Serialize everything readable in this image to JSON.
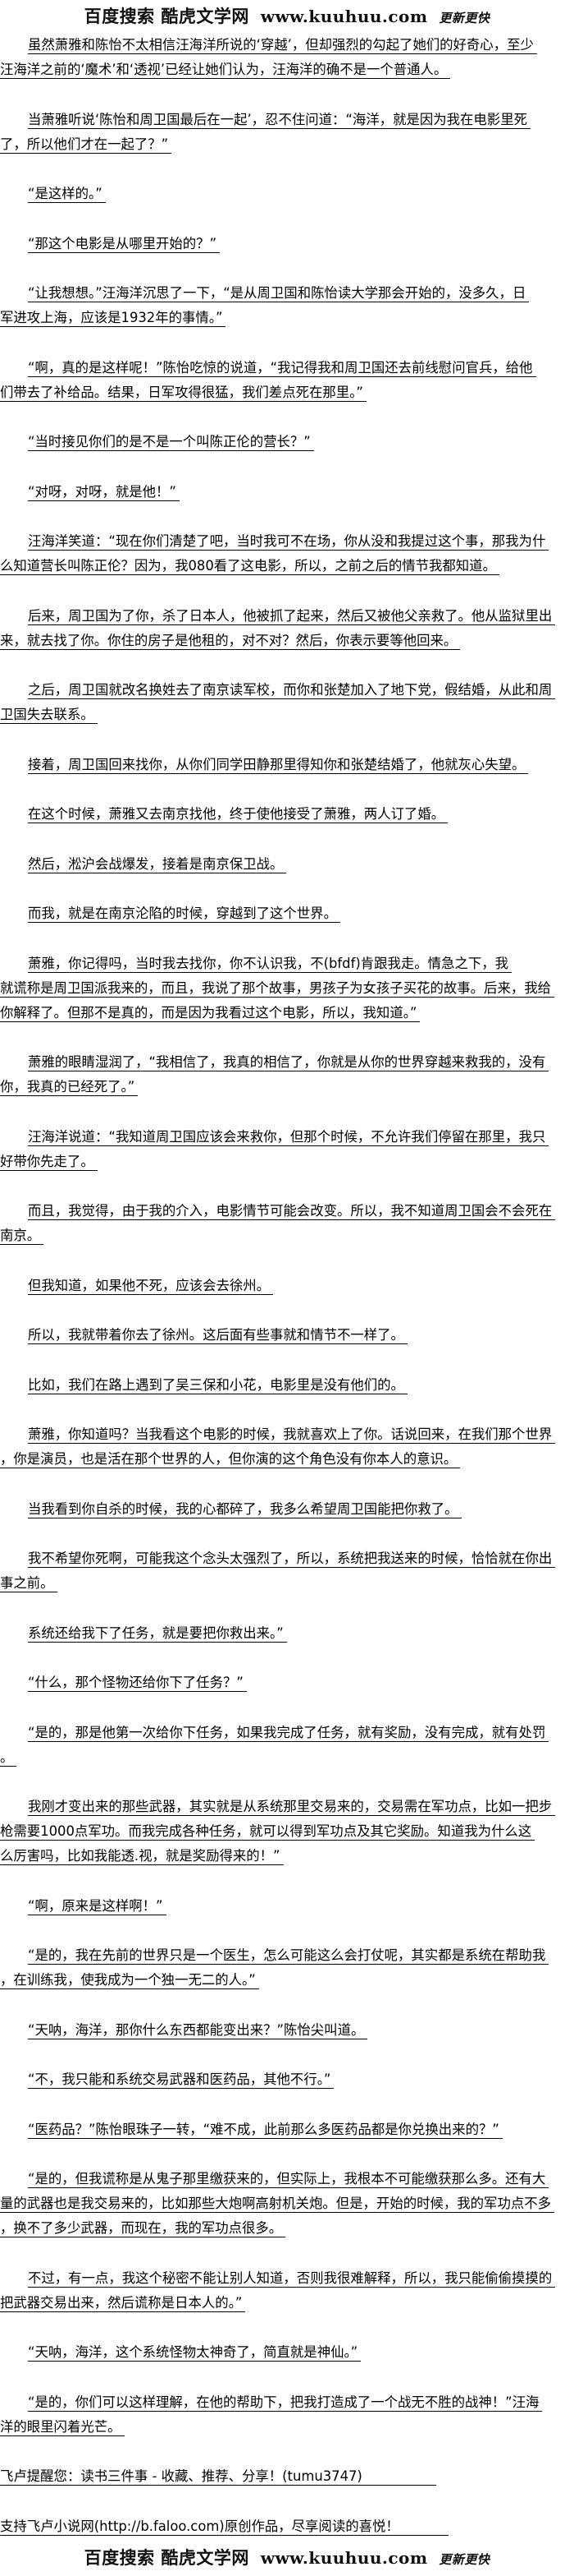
{
  "banner": {
    "site": "百度搜索 酷虎文学网",
    "url": "www.kuuhuu.com",
    "slogan": "更新更快"
  },
  "paragraphs": [
    {
      "indent": true,
      "lines": [
        "虽然萧雅和陈怡不太相信汪海洋所说的‘穿越’，但却强烈的勾起了她们的好奇心，至少",
        "汪海洋之前的‘魔术’和‘透视’已经让她们认为，汪海洋的确不是一个普通人。"
      ]
    },
    {
      "indent": true,
      "lines": [
        "当萧雅听说‘陈怡和周卫国最后在一起’，忍不住问道：“海洋，就是因为我在电影里死",
        "了，所以他们才在一起了？”"
      ]
    },
    {
      "indent": true,
      "lines": [
        "“是这样的。”"
      ]
    },
    {
      "indent": true,
      "lines": [
        "“那这个电影是从哪里开始的？”"
      ]
    },
    {
      "indent": true,
      "lines": [
        "“让我想想。”汪海洋沉思了一下，“是从周卫国和陈怡读大学那会开始的，没多久，日",
        "军进攻上海，应该是1932年的事情。”"
      ]
    },
    {
      "indent": true,
      "lines": [
        "“啊，真的是这样呢！”陈怡吃惊的说道，“我记得我和周卫国还去前线慰问官兵，给他",
        "们带去了补给品。结果，日军攻得很猛，我们差点死在那里。”"
      ]
    },
    {
      "indent": true,
      "lines": [
        "“当时接见你们的是不是一个叫陈正伦的营长？”"
      ]
    },
    {
      "indent": true,
      "lines": [
        "“对呀，对呀，就是他！”"
      ]
    },
    {
      "indent": true,
      "lines": [
        "汪海洋笑道：“现在你们清楚了吧，当时我可不在场，你从没和我提过这个事，那我为什",
        "么知道营长叫陈正伦？因为，我080看了这电影，所以，之前之后的情节我都知道。"
      ]
    },
    {
      "indent": true,
      "lines": [
        "后来，周卫国为了你，杀了日本人，他被抓了起来，然后又被他父亲救了。他从监狱里出",
        "来，就去找了你。你住的房子是他租的，对不对？然后，你表示要等他回来。"
      ]
    },
    {
      "indent": true,
      "lines": [
        "之后，周卫国就改名换姓去了南京读军校，而你和张楚加入了地下党，假结婚，从此和周",
        "卫国失去联系。"
      ]
    },
    {
      "indent": true,
      "lines": [
        "接着，周卫国回来找你，从你们同学田静那里得知你和张楚结婚了，他就灰心失望。"
      ]
    },
    {
      "indent": true,
      "lines": [
        "在这个时候，萧雅又去南京找他，终于使他接受了萧雅，两人订了婚。"
      ]
    },
    {
      "indent": true,
      "lines": [
        "然后，淞沪会战爆发，接着是南京保卫战。"
      ]
    },
    {
      "indent": true,
      "lines": [
        "而我，就是在南京沦陷的时候，穿越到了这个世界。"
      ]
    },
    {
      "indent": true,
      "lines": [
        "萧雅，你记得吗，当时我去找你，你不认识我，不(bfdf)肯跟我走。情急之下，我",
        "就谎称是周卫国派我来的，而且，我说了那个故事，男孩子为女孩子买花的故事。后来，我给",
        "你解释了。但那不是真的，而是因为我看过这个电影，所以，我知道。”"
      ]
    },
    {
      "indent": true,
      "lines": [
        "萧雅的眼睛湿润了，“我相信了，我真的相信了，你就是从你的世界穿越来救我的，没有",
        "你，我真的已经死了。”"
      ]
    },
    {
      "indent": true,
      "lines": [
        "汪海洋说道：“我知道周卫国应该会来救你，但那个时候，不允许我们停留在那里，我只",
        "好带你先走了。"
      ]
    },
    {
      "indent": true,
      "lines": [
        "而且，我觉得，由于我的介入，电影情节可能会改变。所以，我不知道周卫国会不会死在",
        "南京。"
      ]
    },
    {
      "indent": true,
      "lines": [
        "但我知道，如果他不死，应该会去徐州。"
      ]
    },
    {
      "indent": true,
      "lines": [
        "所以，我就带着你去了徐州。这后面有些事就和情节不一样了。"
      ]
    },
    {
      "indent": true,
      "lines": [
        "比如，我们在路上遇到了吴三保和小花，电影里是没有他们的。"
      ]
    },
    {
      "indent": true,
      "lines": [
        "萧雅，你知道吗？当我看这个电影的时候，我就喜欢上了你。话说回来，在我们那个世界",
        "，你是演员，也是活在那个世界的人，但你演的这个角色没有你本人的意识。"
      ]
    },
    {
      "indent": true,
      "lines": [
        "当我看到你自杀的时候，我的心都碎了，我多么希望周卫国能把你救了。"
      ]
    },
    {
      "indent": true,
      "lines": [
        "我不希望你死啊，可能我这个念头太强烈了，所以，系统把我送来的时候，恰恰就在你出",
        "事之前。"
      ]
    },
    {
      "indent": true,
      "lines": [
        "系统还给我下了任务，就是要把你救出来。”"
      ]
    },
    {
      "indent": true,
      "lines": [
        "“什么，那个怪物还给你下了任务？”"
      ]
    },
    {
      "indent": true,
      "lines": [
        "“是的，那是他第一次给你下任务，如果我完成了任务，就有奖励，没有完成，就有处罚",
        "。"
      ]
    },
    {
      "indent": true,
      "lines": [
        "我刚才变出来的那些武器，其实就是从系统那里交易来的，交易需在军功点，比如一把步",
        "枪需要1000点军功。而我完成各种任务，就可以得到军功点及其它奖励。知道我为什么这",
        "么厉害吗，比如我能透.视，就是奖励得来的！”"
      ]
    },
    {
      "indent": true,
      "lines": [
        "“啊，原来是这样啊！”"
      ]
    },
    {
      "indent": true,
      "lines": [
        "“是的，我在先前的世界只是一个医生，怎么可能这么会打仗呢，其实都是系统在帮助我",
        "，在训练我，使我成为一个独一无二的人。”"
      ]
    },
    {
      "indent": true,
      "lines": [
        "“天呐，海洋，那你什么东西都能变出来？”陈怡尖叫道。"
      ]
    },
    {
      "indent": true,
      "lines": [
        "“不，我只能和系统交易武器和医药品，其他不行。”"
      ]
    },
    {
      "indent": true,
      "lines": [
        "“医药品？”陈怡眼珠子一转，“难不成，此前那么多医药品都是你兑换出来的？”"
      ]
    },
    {
      "indent": true,
      "lines": [
        "“是的，但我谎称是从鬼子那里缴获来的，但实际上，我根本不可能缴获那么多。还有大",
        "量的武器也是我交易来的，比如那些大炮啊高射机关炮。但是，开始的时候，我的军功点不多",
        "，换不了多少武器，而现在，我的军功点很多。"
      ]
    },
    {
      "indent": true,
      "lines": [
        "不过，有一点，我这个秘密不能让别人知道，否则我很难解释，所以，我只能偷偷摸摸的",
        "把武器交易出来，然后谎称是日本人的。”"
      ]
    },
    {
      "indent": true,
      "lines": [
        "“天呐，海洋，这个系统怪物太神奇了，简直就是神仙。”"
      ]
    },
    {
      "indent": true,
      "lines": [
        "“是的，你们可以这样理解，在他的帮助下，把我打造成了一个战无不胜的战神！”汪海",
        "洋的眼里闪着光芒。"
      ]
    }
  ],
  "footer": {
    "notice": "飞卢提醒您：读书三件事 - 收藏、推荐、分享！(tumu3747)",
    "support": "支持飞卢小说网(http://b.faloo.com)原创作品，尽享阅读的喜悦！"
  }
}
